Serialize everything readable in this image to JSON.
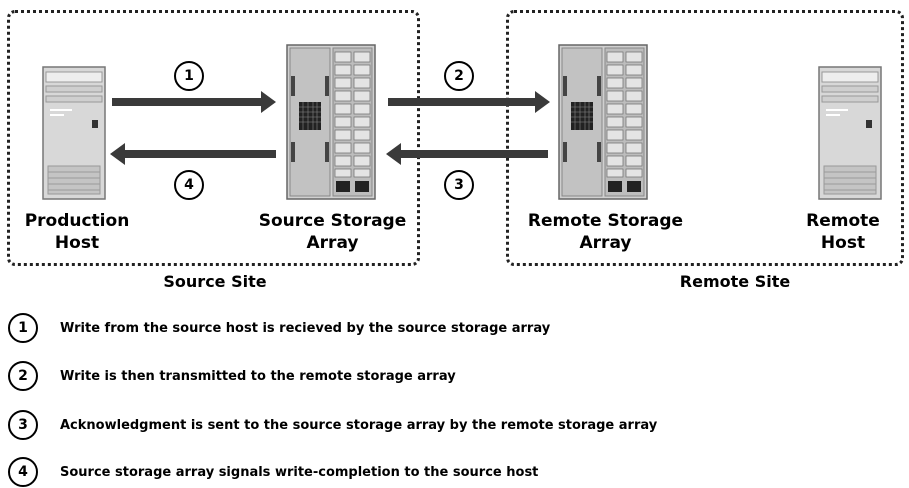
{
  "nodes": {
    "production_host": "Production\nHost",
    "source_storage": "Source Storage\nArray",
    "remote_storage": "Remote Storage\nArray",
    "remote_host": "Remote\nHost"
  },
  "sites": {
    "source": "Source Site",
    "remote": "Remote Site"
  },
  "steps": [
    {
      "num": "1",
      "text": "Write from the source host is recieved by the source storage array"
    },
    {
      "num": "2",
      "text": "Write is then transmitted to the remote storage array"
    },
    {
      "num": "3",
      "text": "Acknowledgment is sent to the source storage array by the remote storage array"
    },
    {
      "num": "4",
      "text": "Source storage array signals write-completion to the source host"
    }
  ]
}
